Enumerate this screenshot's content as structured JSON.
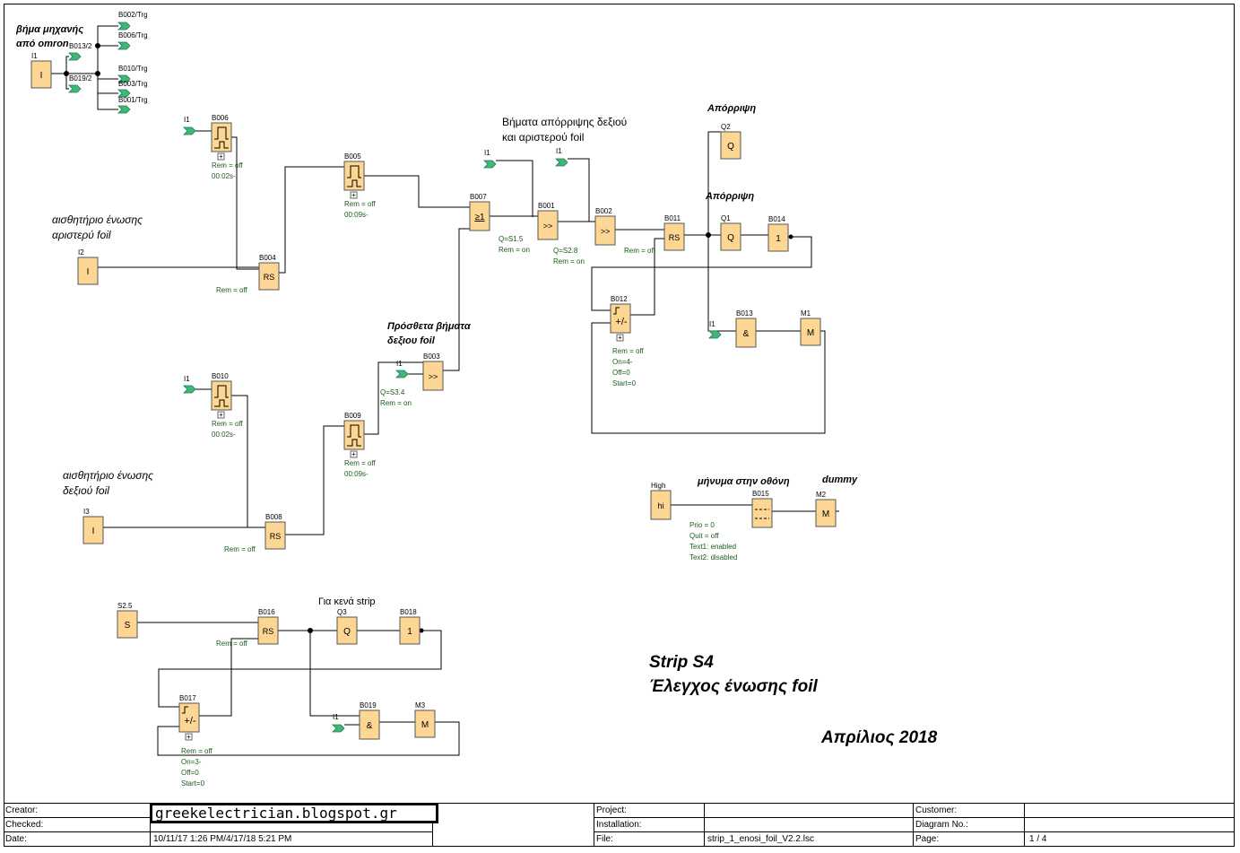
{
  "colors": {
    "block_fill": "#fcd692",
    "block_stroke": "#555555",
    "connector_fill": "#3cb878",
    "param_text": "#1a5c1a",
    "wire": "#000000"
  },
  "captions": {
    "step_omron": "βήμα μηχανής\nαπό omron",
    "left_sensor": "αισθητήριο ένωσης\nαριστερύ foil",
    "right_sensor": "αισθητήριο ένωσης\nδεξιού foil",
    "reject_steps": "Βήματα απόρριψης δεξιού\nκαι αριστερού foil",
    "extra_steps": "Πρόσθετα βήματα\nδεξιου foil",
    "reject_q2": "Απόρριψη",
    "reject_q1": "Απόρριψη",
    "screen_msg": "μήνυμα στην οθόνη",
    "dummy": "dummy",
    "empty_strip": "Για κενά strip",
    "strip_title": "Strip S4",
    "strip_subtitle": "Έλεγχος ένωσης foil",
    "date_title": "Απρίλιος 2018"
  },
  "blocks": {
    "I1_top": {
      "id": "I1",
      "sym": "I"
    },
    "I2": {
      "id": "I2",
      "sym": "I"
    },
    "I3": {
      "id": "I3",
      "sym": "I"
    },
    "S25": {
      "id": "S2.5",
      "sym": "S"
    },
    "High": {
      "id": "High",
      "sym": "hi"
    },
    "B006": {
      "id": "B006",
      "sym": "pulse",
      "params": [
        "Rem = off",
        "00:02s-"
      ]
    },
    "B005": {
      "id": "B005",
      "sym": "pulse",
      "params": [
        "Rem = off",
        "00:09s-"
      ]
    },
    "B004": {
      "id": "B004",
      "sym": "RS",
      "params": [
        "Rem = off"
      ]
    },
    "B007": {
      "id": "B007",
      "sym": "≥1"
    },
    "B001": {
      "id": "B001",
      "sym": ">>",
      "params": [
        "Q=S1.5",
        "Rem = on"
      ]
    },
    "B002": {
      "id": "B002",
      "sym": ">>",
      "params": [
        "Q=S2.8",
        "Rem = on"
      ]
    },
    "B011": {
      "id": "B011",
      "sym": "RS",
      "params": [
        "Rem = off"
      ]
    },
    "Q2": {
      "id": "Q2",
      "sym": "Q"
    },
    "Q1": {
      "id": "Q1",
      "sym": "Q"
    },
    "B014": {
      "id": "B014",
      "sym": "1"
    },
    "B012": {
      "id": "B012",
      "sym": "+/-",
      "params": [
        "Rem = off",
        "On=4-",
        "Off=0",
        "Start=0"
      ]
    },
    "B013": {
      "id": "B013",
      "sym": "&"
    },
    "M1": {
      "id": "M1",
      "sym": "M"
    },
    "B010": {
      "id": "B010",
      "sym": "pulse",
      "params": [
        "Rem = off",
        "00:02s-"
      ]
    },
    "B009": {
      "id": "B009",
      "sym": "pulse",
      "params": [
        "Rem = off",
        "00:09s-"
      ]
    },
    "B003": {
      "id": "B003",
      "sym": ">>",
      "params": [
        "Q=S3.4",
        "Rem = on"
      ]
    },
    "B008": {
      "id": "B008",
      "sym": "RS",
      "params": [
        "Rem = off"
      ]
    },
    "B015": {
      "id": "B015",
      "sym": "msg",
      "params": [
        "Prio = 0",
        "Quit = off",
        "Text1: enabled",
        "Text2: disabled"
      ]
    },
    "M2": {
      "id": "M2",
      "sym": "M"
    },
    "B016": {
      "id": "B016",
      "sym": "RS",
      "params": [
        "Rem = off"
      ]
    },
    "Q3": {
      "id": "Q3",
      "sym": "Q"
    },
    "B018": {
      "id": "B018",
      "sym": "1"
    },
    "B017": {
      "id": "B017",
      "sym": "+/-",
      "params": [
        "Rem = off",
        "On=3-",
        "Off=0",
        "Start=0"
      ]
    },
    "B019": {
      "id": "B019",
      "sym": "&"
    },
    "M3": {
      "id": "M3",
      "sym": "M"
    }
  },
  "connectors": {
    "trg_b002": "B002/Trg",
    "trg_b006": "B006/Trg",
    "trg_b013": "B013/2",
    "trg_b010": "B010/Trg",
    "trg_b019": "B019/2",
    "trg_b003": "B003/Trg",
    "trg_b001": "B001/Trg",
    "in_b006": "I1",
    "in_b001": "I1",
    "in_b002": "I1",
    "in_b010": "I1",
    "in_b003": "I1",
    "in_b013": "I1",
    "in_b019": "I1"
  },
  "title_block": {
    "creator_label": "Creator:",
    "checked_label": "Checked:",
    "date_label": "Date:",
    "date_value": "10/11/17 1:26 PM/4/17/18 5:21 PM",
    "blog": "greekelectrician.blogspot.gr",
    "project_label": "Project:",
    "installation_label": "Installation:",
    "file_label": "File:",
    "file_value": "strip_1_enosi_foil_V2.2.lsc",
    "customer_label": "Customer:",
    "diagram_label": "Diagram No.:",
    "page_label": "Page:",
    "page_value": "1 / 4"
  }
}
